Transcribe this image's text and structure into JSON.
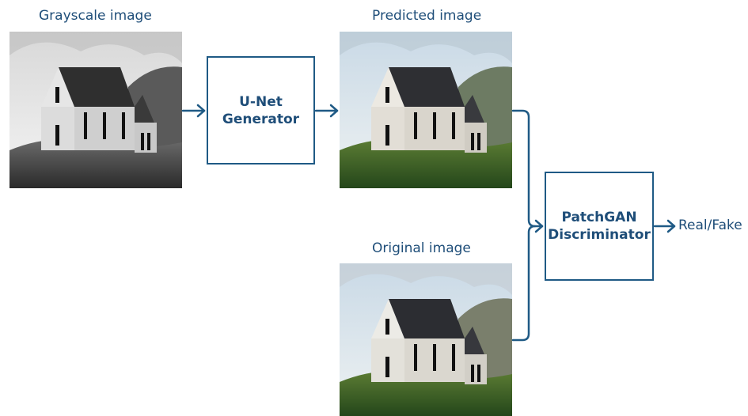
{
  "labels": {
    "grayscale": "Grayscale image",
    "predicted": "Predicted image",
    "original": "Original image"
  },
  "generator": {
    "line1": "U-Net",
    "line2": "Generator"
  },
  "discriminator": {
    "line1": "PatchGAN",
    "line2": "Discriminator"
  },
  "output": "Real/Fake",
  "colors": {
    "accent": "#1f5a85",
    "text": "#1f4e79"
  }
}
